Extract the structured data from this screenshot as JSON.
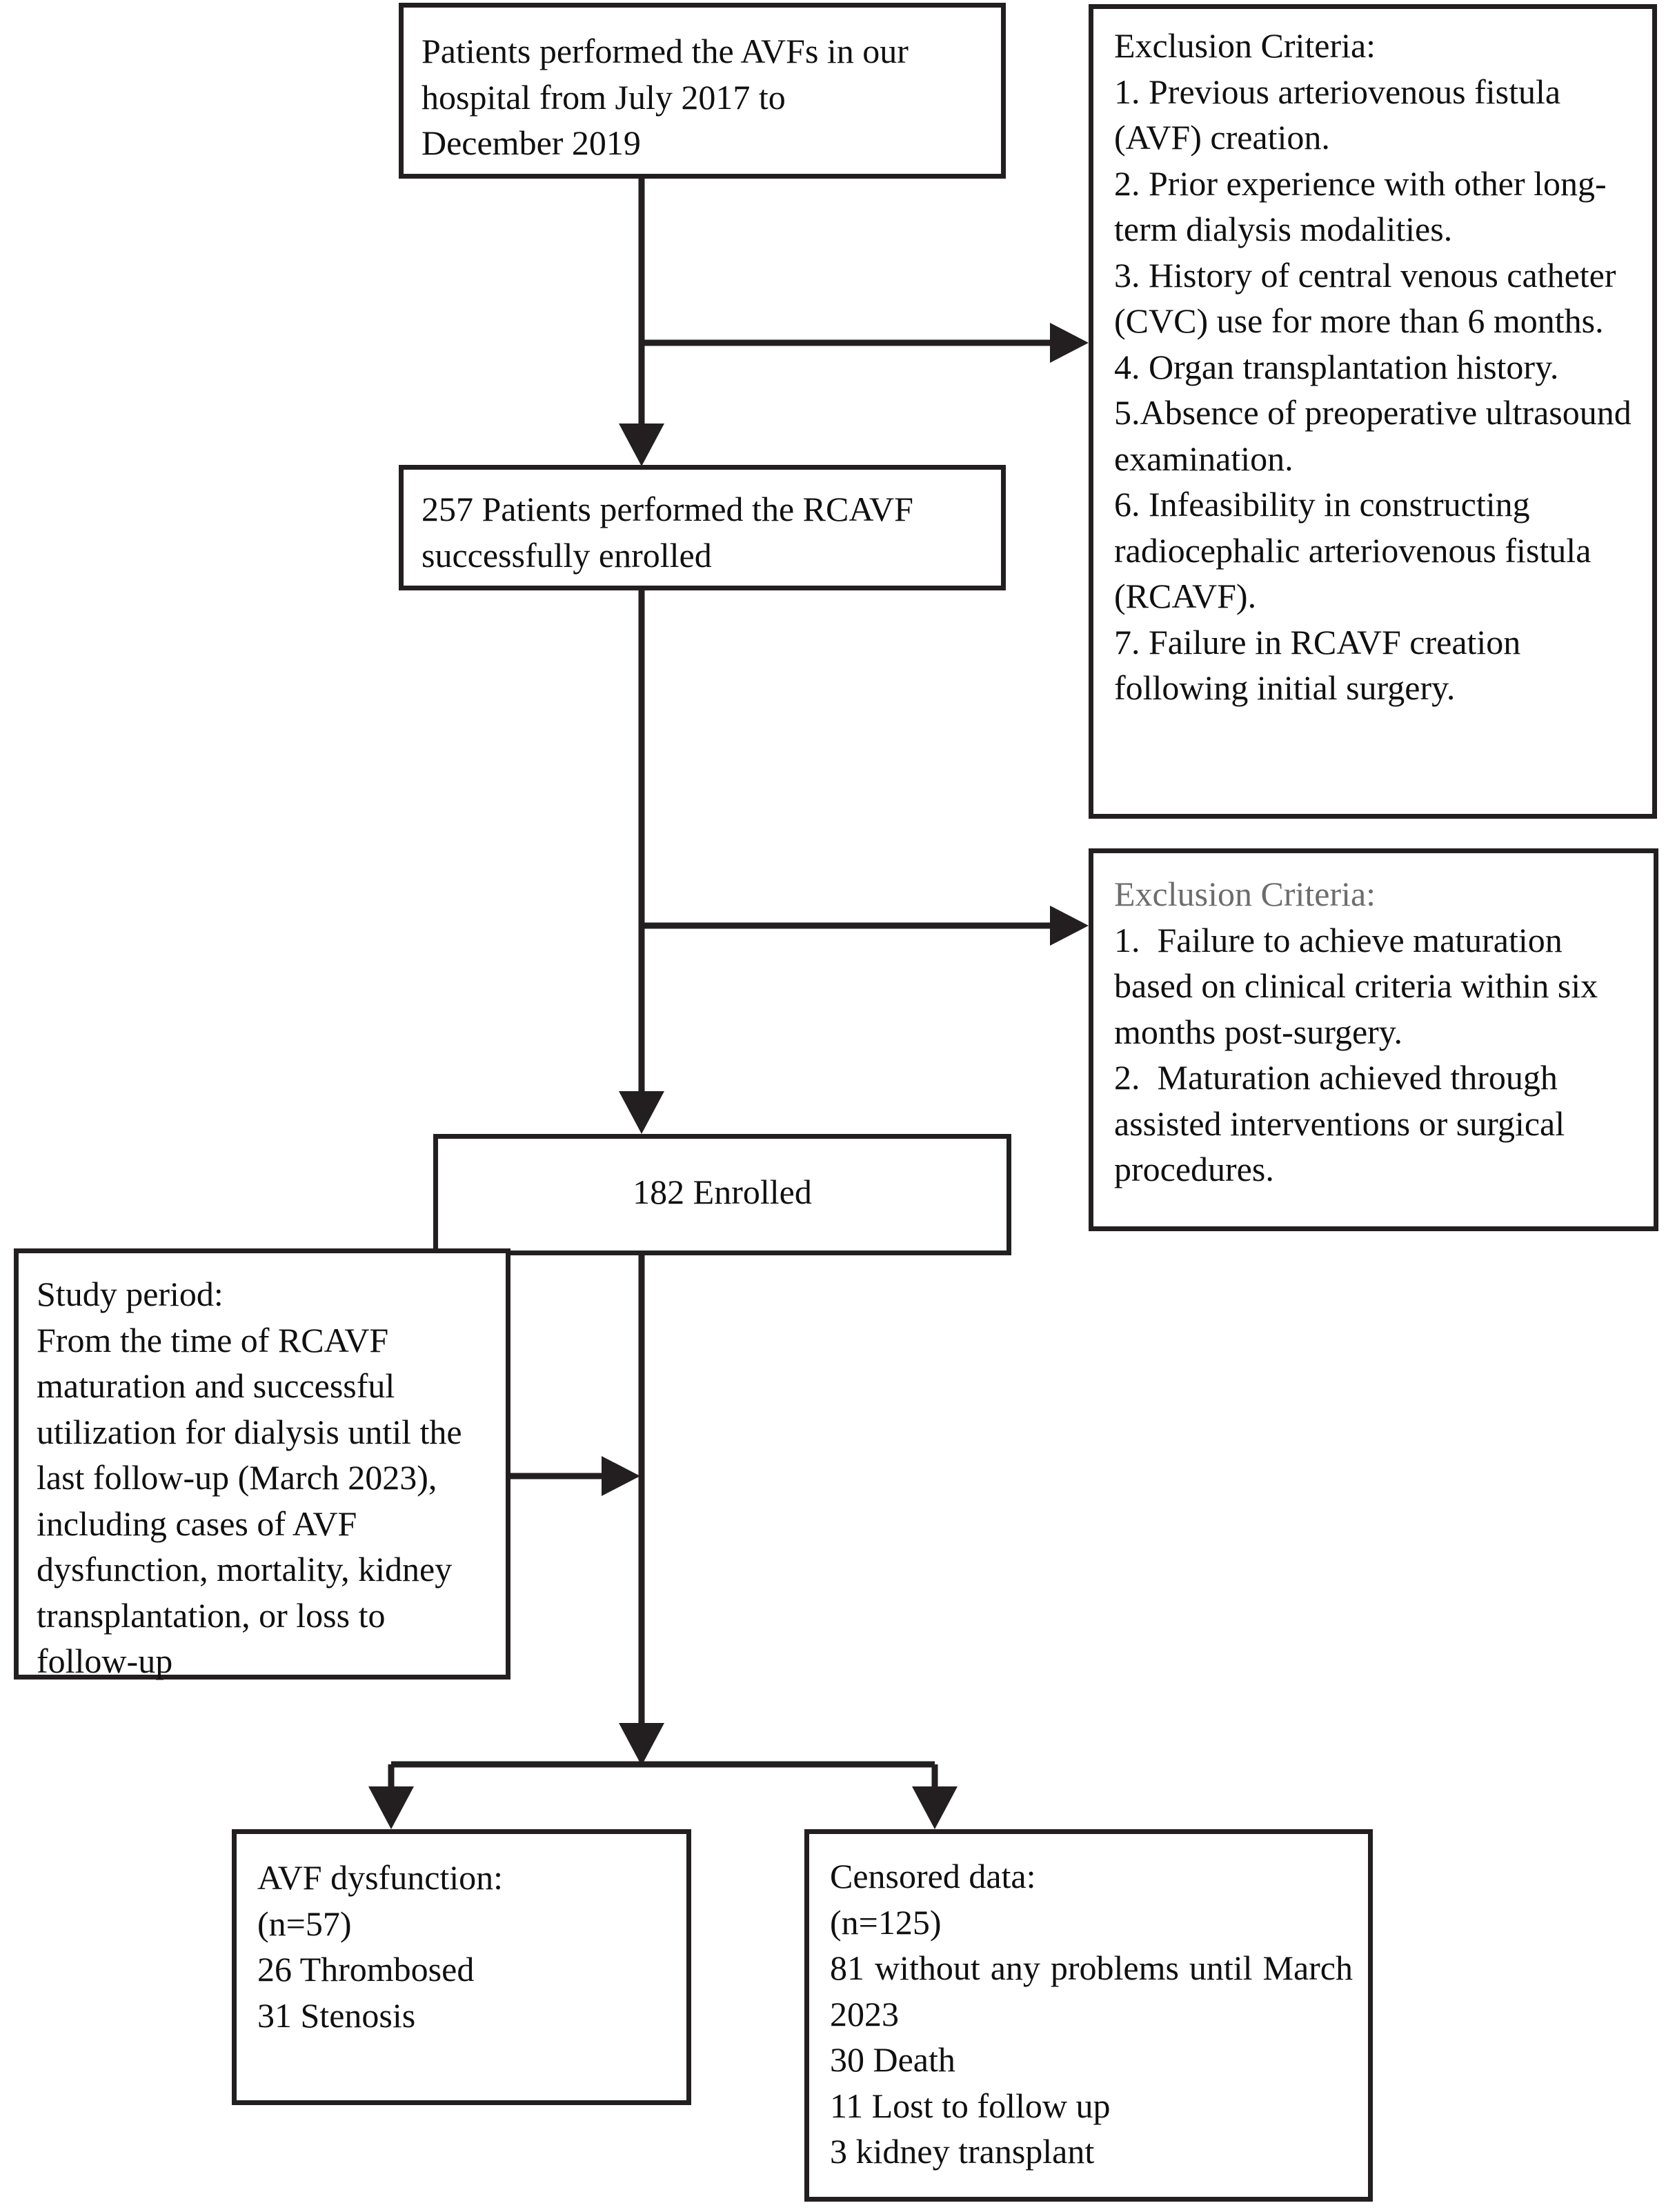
{
  "diagram": {
    "title": "RCAVF study patient flow diagram",
    "line_color": "#231f20",
    "box_fill": "#ffffff",
    "muted_text_color": "#6d6d6d"
  },
  "nodes": {
    "source_cohort": {
      "name": "Patients performed the AVFs",
      "lines": [
        "Patients performed the AVFs in our",
        "hospital from July 2017 to",
        "December 2019"
      ]
    },
    "exclusion_criteria_1": {
      "heading": "Exclusion Criteria:",
      "items": [
        "1. Previous arteriovenous fistula (AVF) creation.",
        "2. Prior experience with other long-term dialysis modalities.",
        "3. History of central venous catheter (CVC) use for more than 6 months.",
        "4. Organ transplantation history.",
        "5.Absence of preoperative ultrasound examination.",
        "6. Infeasibility in constructing radiocephalic arteriovenous fistula (RCAVF).",
        "7. Failure in RCAVF creation following initial surgery."
      ]
    },
    "enrolled_257": {
      "lines": [
        "257 Patients performed the RCAVF",
        "successfully enrolled"
      ],
      "count": 257
    },
    "exclusion_criteria_2": {
      "heading": "Exclusion Criteria:",
      "items": [
        "1.  Failure to achieve maturation based on clinical criteria within six months post-surgery.",
        "2.  Maturation achieved through assisted interventions or surgical procedures."
      ]
    },
    "enrolled_182": {
      "label": "182 Enrolled",
      "count": 182
    },
    "study_period": {
      "heading": "Study period:",
      "body": "From the time of RCAVF maturation and successful utilization for dialysis until the last follow-up (March 2023), including cases of AVF dysfunction, mortality, kidney transplantation, or loss to follow-up"
    },
    "avf_dysfunction": {
      "heading": "AVF dysfunction:",
      "count_label": "(n=57)",
      "count": 57,
      "breakdown": [
        "26 Thrombosed",
        "31 Stenosis"
      ]
    },
    "censored_data": {
      "heading": "Censored data:",
      "count_label": "(n=125)",
      "count": 125,
      "breakdown": [
        "81 without any problems until March 2023",
        "30 Death",
        "11 Lost to follow up",
        "3 kidney transplant"
      ]
    }
  }
}
